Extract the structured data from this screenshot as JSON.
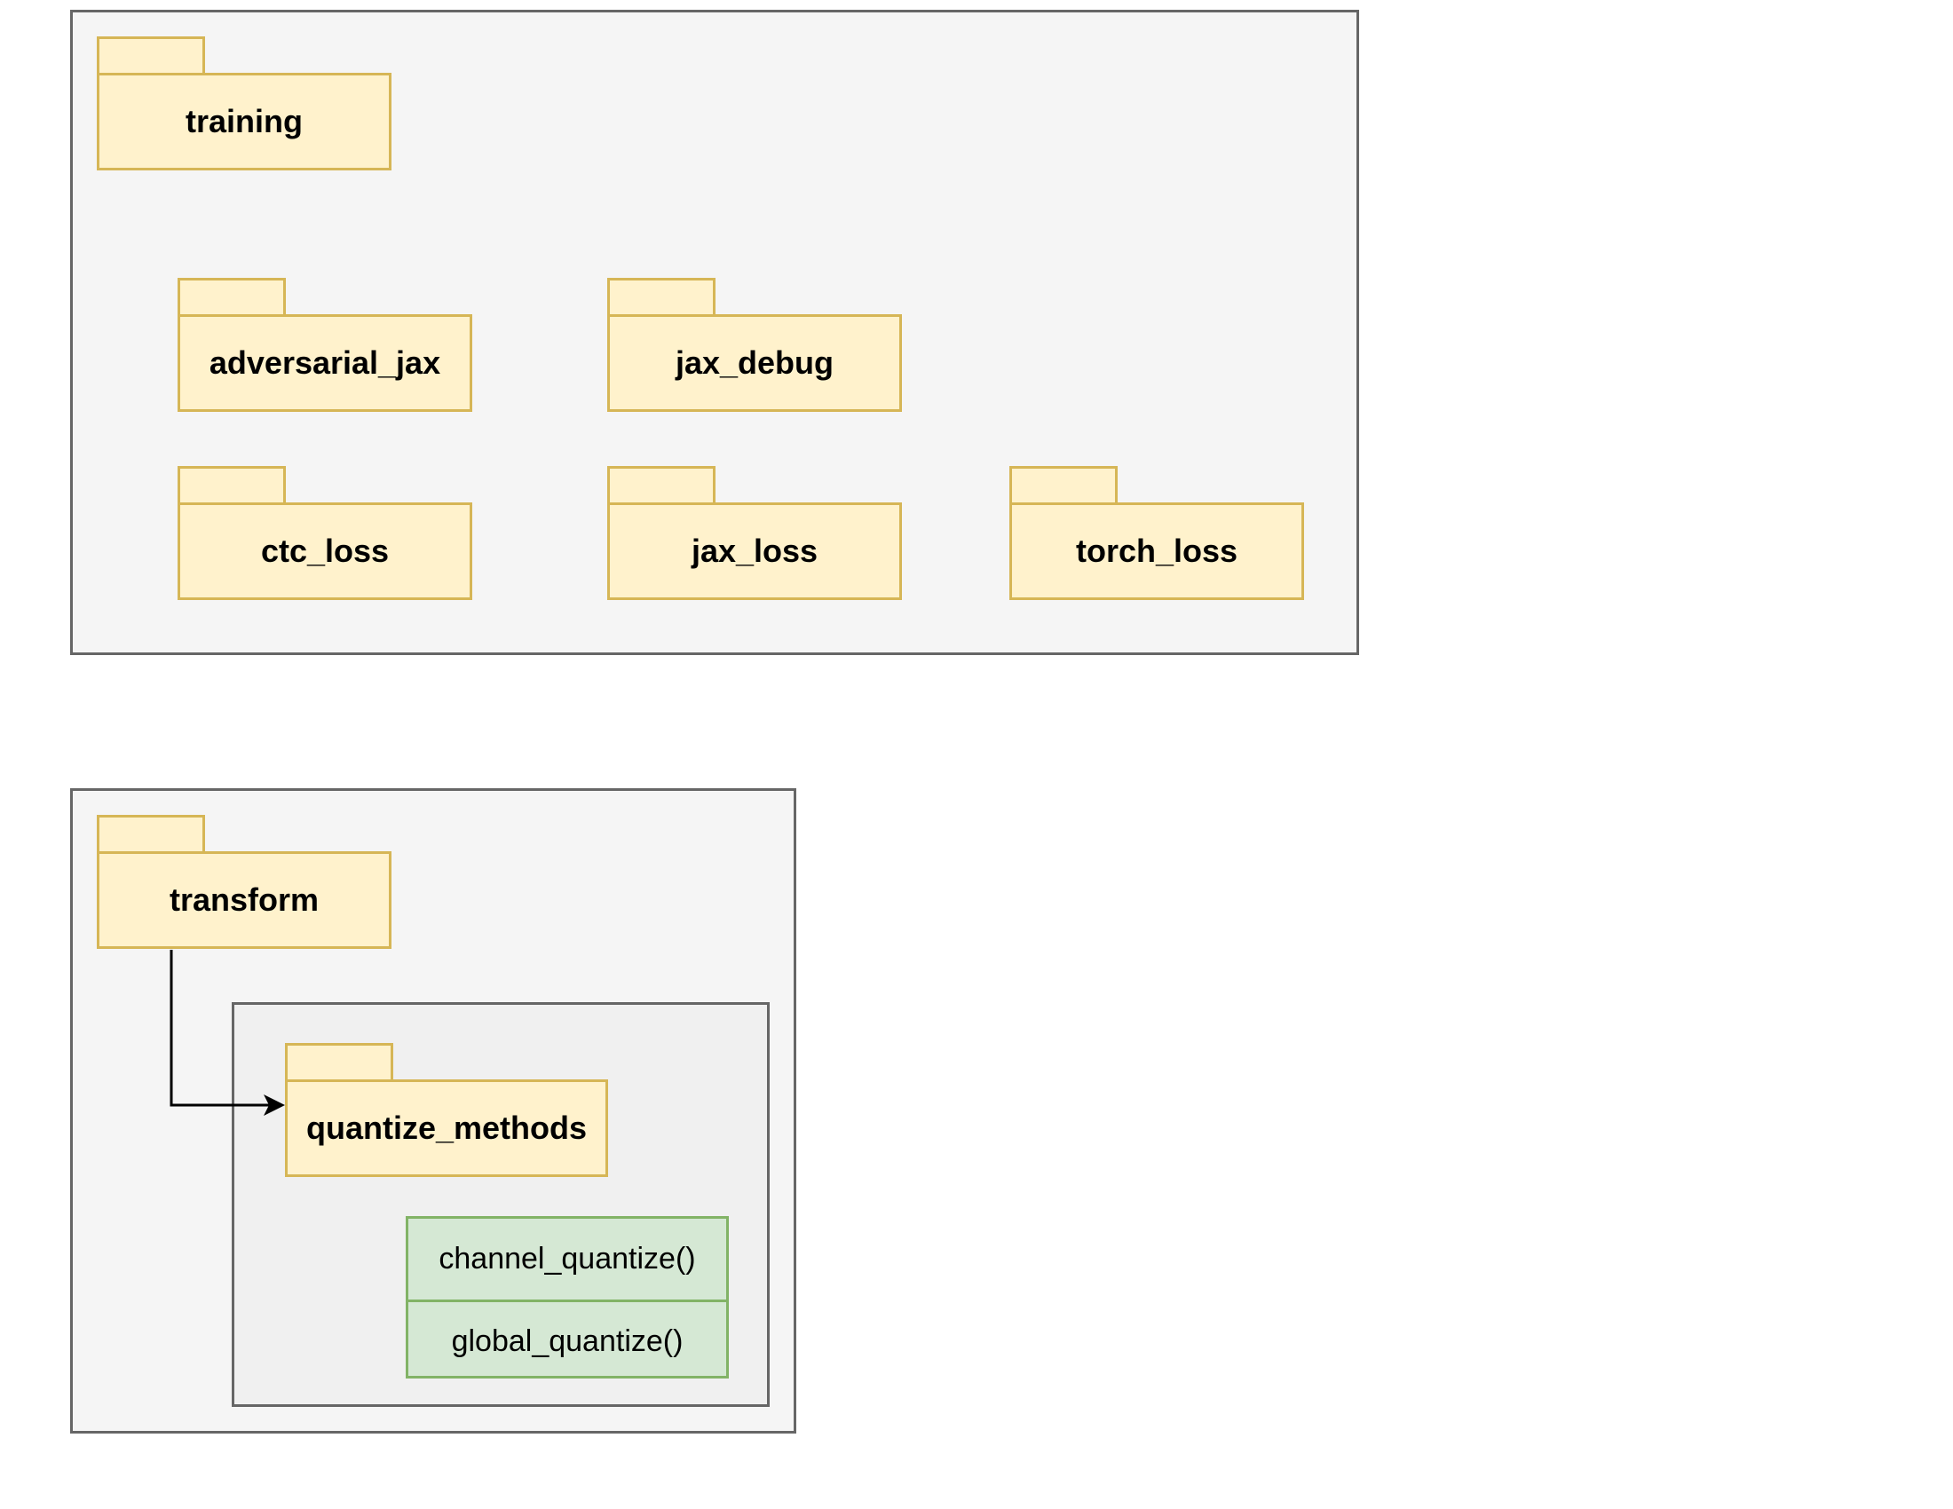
{
  "training_group": {
    "package": "training",
    "subpackages": {
      "adversarial_jax": "adversarial_jax",
      "jax_debug": "jax_debug",
      "ctc_loss": "ctc_loss",
      "jax_loss": "jax_loss",
      "torch_loss": "torch_loss"
    }
  },
  "transform_group": {
    "package": "transform",
    "subpackage": "quantize_methods",
    "methods": [
      "channel_quantize()",
      "global_quantize()"
    ]
  },
  "colors": {
    "package_fill": "#fff2cc",
    "package_stroke": "#d6b656",
    "container_fill": "#f5f5f5",
    "container_stroke": "#666666",
    "method_fill": "#d5e8d4",
    "method_stroke": "#82b366"
  }
}
